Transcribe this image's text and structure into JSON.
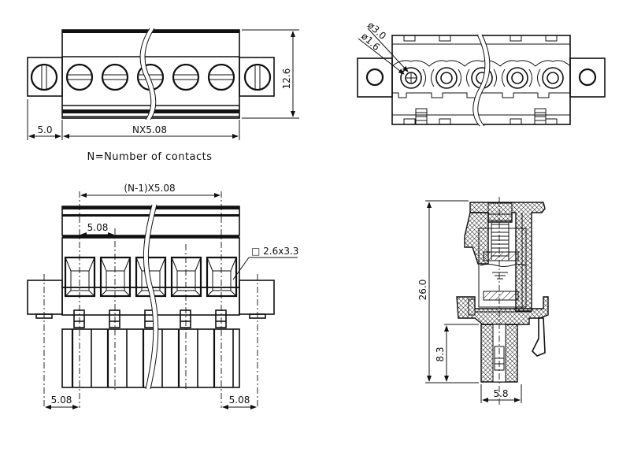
{
  "drawing": {
    "title": "Pluggable terminal block connector – dimensional drawing",
    "colors": {
      "line": "#111111",
      "background": "#ffffff"
    }
  },
  "top_view": {
    "dim_flange": "5.0",
    "dim_length": "NX5.08",
    "dim_height": "12.6",
    "note": "N=Number of contacts"
  },
  "plug_face_view": {
    "dim_outer_diameter": "ø3.0",
    "dim_inner_diameter": "ø1.6"
  },
  "front_view": {
    "dim_span": "(N-1)X5.08",
    "dim_pitch": "5.08",
    "dim_wire_entry": "□ 2.6x3.3",
    "dim_left_offset": "5.08",
    "dim_right_offset": "5.08"
  },
  "side_section_view": {
    "dim_total_height": "26.0",
    "dim_pin_height": "8.3",
    "dim_width": "5.8"
  }
}
